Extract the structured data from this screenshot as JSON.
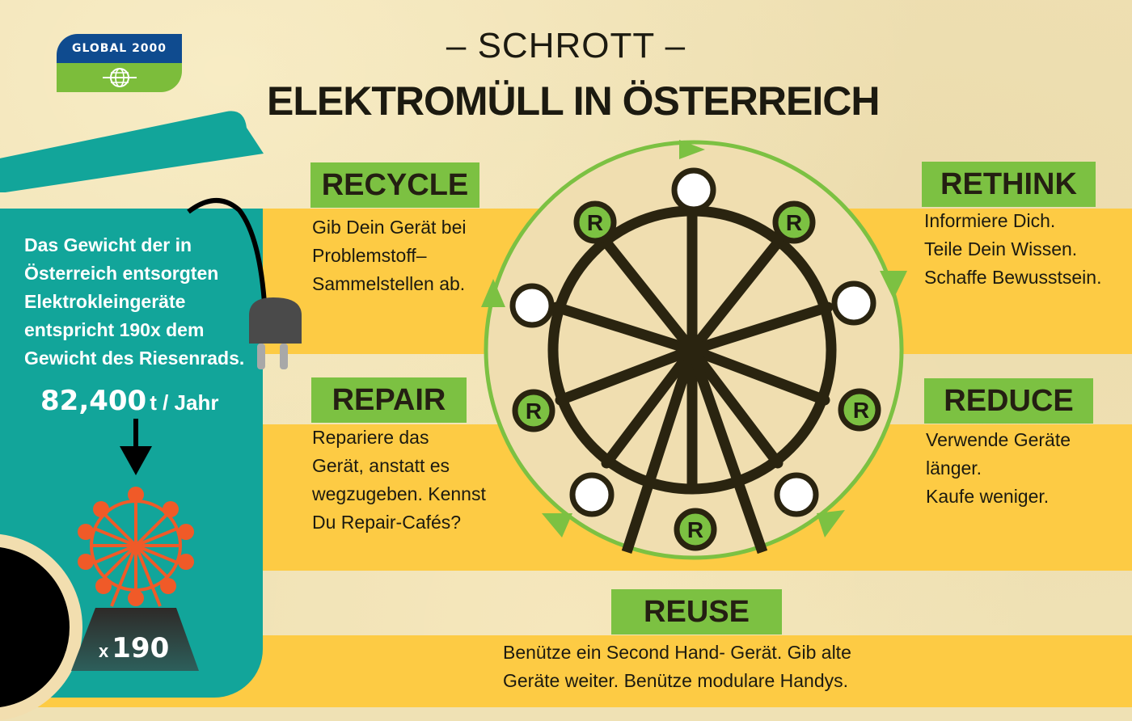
{
  "logo": {
    "text": "GLOBAL 2000",
    "icon": "globe-icon"
  },
  "header": {
    "subtitle": "– SCHROTT –",
    "title": "ELEKTROMÜLL IN ÖSTERREICH"
  },
  "fact_panel": {
    "text": "Das Gewicht der in Österreich entsorgten Elektrokleingeräte entspricht 190x dem Gewicht des Riesenrads.",
    "stat_value": "82,400",
    "stat_unit": "t / Jahr",
    "multiplier_prefix": "x",
    "multiplier_value": "190",
    "icons": [
      "plug-icon",
      "arrow-down-icon",
      "ferris-wheel-icon"
    ]
  },
  "wheel": {
    "center_label": "",
    "gondola_badge": "R",
    "cycle_direction": "clockwise",
    "colors": {
      "ring": "#7cc142",
      "frame": "#2a2410",
      "badge": "#7cc142",
      "fill": "#f0deb0"
    }
  },
  "rs": [
    {
      "id": "recycle",
      "label": "RECYCLE",
      "text": "Gib Dein Gerät bei Problemstoff– Sammelstellen ab."
    },
    {
      "id": "rethink",
      "label": "RETHINK",
      "text": "Informiere Dich. Teile Dein Wissen. Schaffe Bewusstsein."
    },
    {
      "id": "repair",
      "label": "REPAIR",
      "text": "Repariere das Gerät, anstatt es wegzugeben. Kennst Du Repair-Cafés?"
    },
    {
      "id": "reduce",
      "label": "REDUCE",
      "text": "Verwende Geräte länger. Kaufe weniger."
    },
    {
      "id": "reuse",
      "label": "REUSE",
      "text": "Benütze ein Second Hand- Gerät. Gib alte Geräte weiter. Benütze modulare Handys."
    }
  ],
  "lines": {
    "recycle": [
      "Gib Dein Gerät bei",
      "Problemstoff–",
      "Sammelstellen ab."
    ],
    "rethink": [
      "Informiere Dich.",
      "Teile Dein Wissen.",
      "Schaffe Bewusstsein."
    ],
    "repair": [
      "Repariere das",
      "Gerät, anstatt es",
      "wegzugeben. Kennst",
      "Du Repair-Cafés?"
    ],
    "reduce": [
      "Verwende Geräte",
      "länger.",
      "Kaufe weniger."
    ],
    "reuse": [
      "Benütze ein Second Hand- Gerät. Gib alte",
      "Geräte weiter. Benütze modulare Handys."
    ],
    "fact": [
      "Das Gewicht der in",
      "Österreich entsorgten",
      "Elektrokleingeräte",
      "entspricht 190x dem",
      "Gewicht des Riesenrads."
    ]
  },
  "colors": {
    "background": "#efe1b4",
    "band": "#fdcb44",
    "teal": "#12a59a",
    "green": "#7cc142",
    "logo_blue": "#0f4b8f",
    "orange": "#f05a28"
  }
}
